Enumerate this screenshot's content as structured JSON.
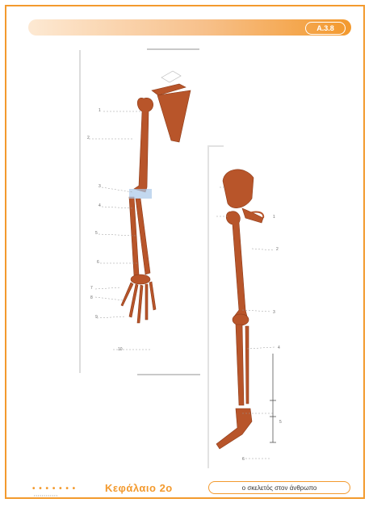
{
  "header": {
    "page_label": "A.3.8"
  },
  "labels_arm": [
    "1",
    "2",
    "3",
    "4",
    "5",
    "6",
    "7",
    "8",
    "9",
    "10"
  ],
  "labels_leg": [
    "1",
    "2",
    "3",
    "4",
    "5",
    "6"
  ],
  "footer": {
    "dots": "• • • • • • •",
    "chapter": "Κεφάλαιο 2ο",
    "subtitle": "• • • • • • • • • • • •",
    "pill_text": "ο σκελετός στον άνθρωπο"
  },
  "colors": {
    "accent": "#f39a2e",
    "bone": "#b8552a"
  }
}
